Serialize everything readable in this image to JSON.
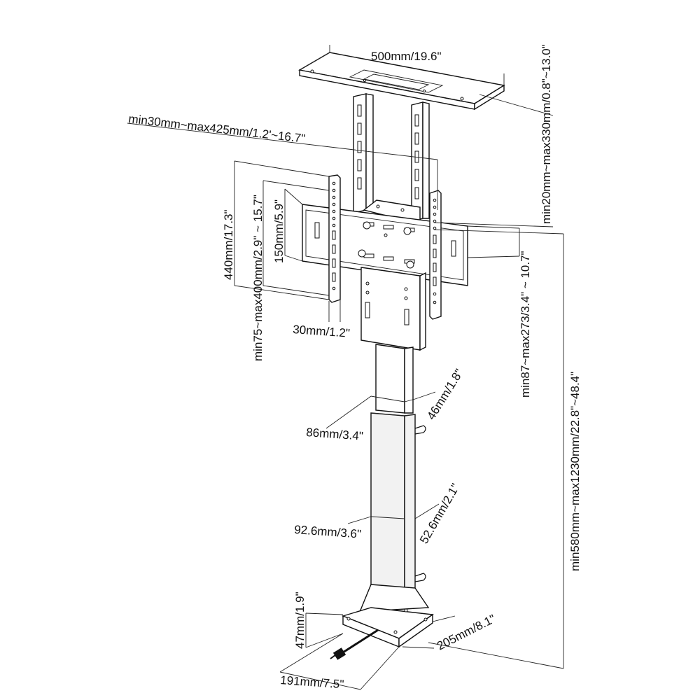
{
  "dimensions": {
    "top_plate_width": "500mm/19.6\"",
    "ceiling_gap": "min20mm~max330mm/0.8\"~13.0\"",
    "horizontal_range": "min30mm~max425mm/1.2'~16.7\"",
    "bracket_height": "440mm/17.3\"",
    "vesa_vertical": "min75~max400mm/2.9\" ~ 15.7\"",
    "vesa_small": "150mm/5.9\"",
    "bracket_depth": "30mm/1.2\"",
    "wall_offset": "min87~max273/3.4\" ~ 10.7\"",
    "total_height": "min580mm~max1230mm/22.8\"~48.4\"",
    "upper_post_depth": "46mm/1.8\"",
    "upper_post_width": "86mm/3.4\"",
    "lower_post_width": "92.6mm/3.6\"",
    "lower_post_depth": "52.6mm/2.1\"",
    "base_height": "47mm/1.9\"",
    "base_depth": "205mm/8.1\"",
    "base_width": "191mm/7.5\""
  }
}
